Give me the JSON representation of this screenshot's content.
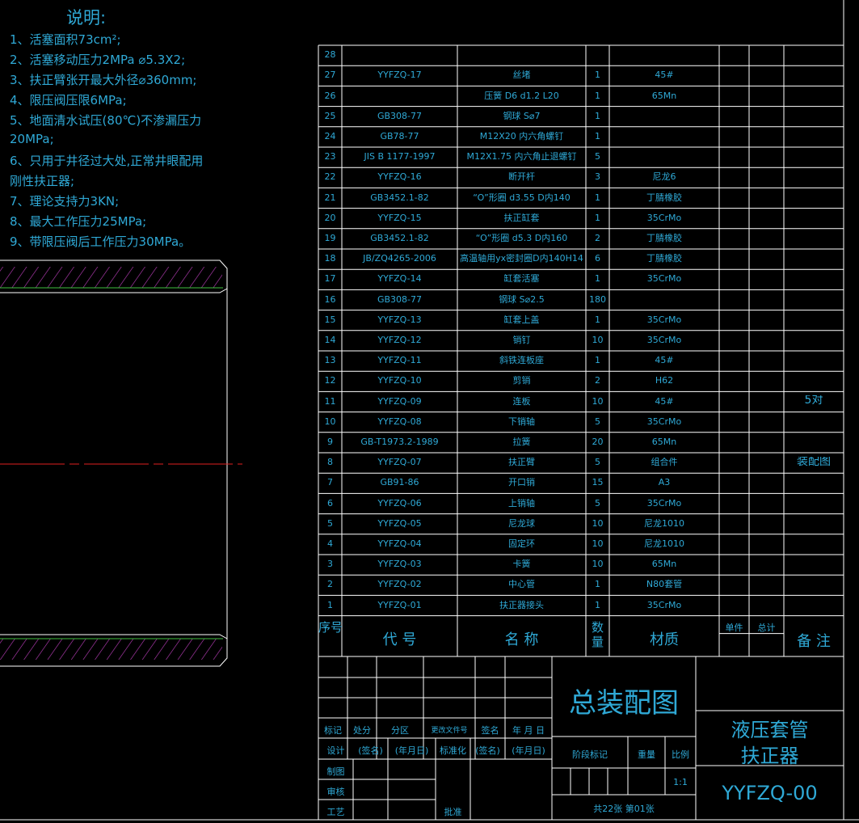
{
  "notes": {
    "title": "说明:",
    "items": [
      "1、活塞面积73cm²;",
      "2、活塞移动压力2MPa  ⌀5.3X2;",
      "3、扶正臂张开最大外径⌀360mm;",
      "4、限压阀压限6MPa;",
      "5、地面清水试压(80℃)不渗漏压力",
      "20MPa;",
      "6、只用于井径过大处,正常井眼配用",
      "刚性扶正器;",
      "7、理论支持力3KN;",
      "8、最大工作压力25MPa;",
      "9、带限压阀后工作压力30MPa。"
    ]
  },
  "bom": {
    "rows": [
      {
        "no": "28",
        "code": "",
        "name": "",
        "qty": "",
        "material": "",
        "note": ""
      },
      {
        "no": "27",
        "code": "YYFZQ-17",
        "name": "丝堵",
        "qty": "1",
        "material": "45#",
        "note": ""
      },
      {
        "no": "26",
        "code": "",
        "name": "压簧 D6 d1.2 L20",
        "qty": "1",
        "material": "65Mn",
        "note": ""
      },
      {
        "no": "25",
        "code": "GB308-77",
        "name": "钢球  S⌀7",
        "qty": "1",
        "material": "",
        "note": ""
      },
      {
        "no": "24",
        "code": "GB78-77",
        "name": "M12X20  内六角螺钉",
        "qty": "1",
        "material": "",
        "note": ""
      },
      {
        "no": "23",
        "code": "JIS B 1177-1997",
        "name": "M12X1.75 内六角止退螺钉",
        "qty": "5",
        "material": "",
        "note": ""
      },
      {
        "no": "22",
        "code": "YYFZQ-16",
        "name": "断开杆",
        "qty": "3",
        "material": "尼龙6",
        "note": ""
      },
      {
        "no": "21",
        "code": "GB3452.1-82",
        "name": "“O”形圈  d3.55  D内140",
        "qty": "1",
        "material": "丁腈橡胶",
        "note": ""
      },
      {
        "no": "20",
        "code": "YYFZQ-15",
        "name": "扶正缸套",
        "qty": "1",
        "material": "35CrMo",
        "note": ""
      },
      {
        "no": "19",
        "code": "GB3452.1-82",
        "name": "“O”形圈  d5.3  D内160",
        "qty": "2",
        "material": "丁腈橡胶",
        "note": ""
      },
      {
        "no": "18",
        "code": "JB/ZQ4265-2006",
        "name": "高温轴用yx密封圈D内140H14",
        "qty": "6",
        "material": "丁腈橡胶",
        "note": ""
      },
      {
        "no": "17",
        "code": "YYFZQ-14",
        "name": "缸套活塞",
        "qty": "1",
        "material": "35CrMo",
        "note": ""
      },
      {
        "no": "16",
        "code": "GB308-77",
        "name": "钢球  S⌀2.5",
        "qty": "180",
        "material": "",
        "note": ""
      },
      {
        "no": "15",
        "code": "YYFZQ-13",
        "name": "缸套上盖",
        "qty": "1",
        "material": "35CrMo",
        "note": ""
      },
      {
        "no": "14",
        "code": "YYFZQ-12",
        "name": "销钉",
        "qty": "10",
        "material": "35CrMo",
        "note": ""
      },
      {
        "no": "13",
        "code": "YYFZQ-11",
        "name": "斜铁连板座",
        "qty": "1",
        "material": "45#",
        "note": ""
      },
      {
        "no": "12",
        "code": "YYFZQ-10",
        "name": "剪销",
        "qty": "2",
        "material": "H62",
        "note": ""
      },
      {
        "no": "11",
        "code": "YYFZQ-09",
        "name": "连板",
        "qty": "10",
        "material": "45#",
        "note": "5对"
      },
      {
        "no": "10",
        "code": "YYFZQ-08",
        "name": "下销轴",
        "qty": "5",
        "material": "35CrMo",
        "note": ""
      },
      {
        "no": "9",
        "code": "GB-T1973.2-1989",
        "name": "拉簧",
        "qty": "20",
        "material": "65Mn",
        "note": ""
      },
      {
        "no": "8",
        "code": "YYFZQ-07",
        "name": "扶正臂",
        "qty": "5",
        "material": "组合件",
        "note": "装配图"
      },
      {
        "no": "7",
        "code": "GB91-86",
        "name": "开口销",
        "qty": "15",
        "material": "A3",
        "note": ""
      },
      {
        "no": "6",
        "code": "YYFZQ-06",
        "name": "上销轴",
        "qty": "5",
        "material": "35CrMo",
        "note": ""
      },
      {
        "no": "5",
        "code": "YYFZQ-05",
        "name": "尼龙球",
        "qty": "10",
        "material": "尼龙1010",
        "note": ""
      },
      {
        "no": "4",
        "code": "YYFZQ-04",
        "name": "固定环",
        "qty": "10",
        "material": "尼龙1010",
        "note": ""
      },
      {
        "no": "3",
        "code": "YYFZQ-03",
        "name": "卡簧",
        "qty": "10",
        "material": "65Mn",
        "note": ""
      },
      {
        "no": "2",
        "code": "YYFZQ-02",
        "name": "中心管",
        "qty": "1",
        "material": "N80套管",
        "note": ""
      },
      {
        "no": "1",
        "code": "YYFZQ-01",
        "name": "扶正器接头",
        "qty": "1",
        "material": "35CrMo",
        "note": ""
      }
    ],
    "header": {
      "no": "序号",
      "code": "代  号",
      "name": "名  称",
      "qty": "数量",
      "material": "材质",
      "unit_weight": "单件",
      "total_weight": "总计",
      "note": "备  注"
    }
  },
  "title_block": {
    "drawing_title": "总装配图",
    "product_name_line1": "液压套管",
    "product_name_line2": "扶正器",
    "drawing_no": "YYFZQ-00",
    "revision_labels": [
      "标记",
      "处分",
      "分区",
      "更改文件号",
      "签名",
      "年 月 日"
    ],
    "row_design": [
      "设计",
      "(签名)",
      "(年月日)",
      "标准化",
      "(签名)",
      "(年月日)"
    ],
    "row_draw": "制图",
    "row_check": "审核",
    "row_process": "工艺",
    "approve": "批准",
    "stage_mark": "阶段标记",
    "weight": "重量",
    "scale_label": "比例",
    "scale_value": "1:1",
    "sheets": "共22张   第01张"
  },
  "colors": {
    "line": "#ffffff",
    "text": "#2fa9d6",
    "hatch": "#c040c0",
    "centerline": "#e02020",
    "outline_green": "#40c040"
  }
}
